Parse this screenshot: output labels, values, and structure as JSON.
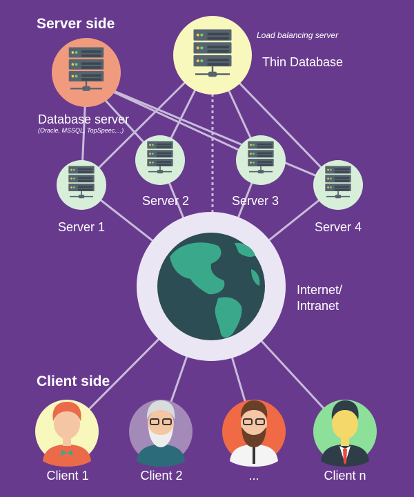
{
  "headings": {
    "server_side": "Server side",
    "client_side": "Client side"
  },
  "load_balancer": {
    "caption": "Load balancing server",
    "label": "Thin Database"
  },
  "database_server": {
    "label": "Database server",
    "sublabel": "(Oracle, MSSQL, TopSpeec,...)"
  },
  "servers": [
    {
      "label": "Server 1"
    },
    {
      "label": "Server 2"
    },
    {
      "label": "Server 3"
    },
    {
      "label": "Server 4"
    }
  ],
  "network": {
    "label_line1": "Internet/",
    "label_line2": "Intranet"
  },
  "clients": [
    {
      "label": "Client 1"
    },
    {
      "label": "Client 2"
    },
    {
      "label": "..."
    },
    {
      "label": "Client n"
    }
  ],
  "colors": {
    "background": "#683a8e",
    "server_circle": "#d7efd9",
    "load_balancer_circle": "#f8f7bc",
    "database_circle": "#f09b7e",
    "globe_ring": "#ebe6f3",
    "globe_ocean": "#2c4d53",
    "globe_land": "#3aa88a",
    "connector": "#c8bcd9",
    "client_1": "#f8f7bc",
    "client_2": "#a48ab8",
    "client_3": "#f06b45",
    "client_4": "#8de09a"
  },
  "icons": {
    "server": "server-rack-icon",
    "globe": "globe-icon",
    "client": "person-avatar-icon"
  }
}
